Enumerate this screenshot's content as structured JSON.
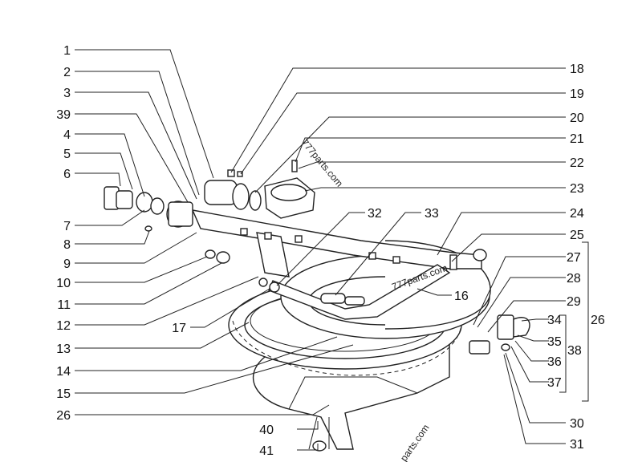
{
  "labels": {
    "l1": "1",
    "l2": "2",
    "l3": "3",
    "l39": "39",
    "l4": "4",
    "l5": "5",
    "l6": "6",
    "l7": "7",
    "l8": "8",
    "l9": "9",
    "l10": "10",
    "l11": "11",
    "l12": "12",
    "l17": "17",
    "l13": "13",
    "l14": "14",
    "l15": "15",
    "l26left": "26",
    "l40": "40",
    "l41": "41",
    "l18": "18",
    "l19": "19",
    "l20": "20",
    "l21": "21",
    "l22": "22",
    "l23": "23",
    "l24": "24",
    "l25": "25",
    "l26right": "26",
    "l27": "27",
    "l28": "28",
    "l29": "29",
    "l34": "34",
    "l35": "35",
    "l36": "36",
    "l38": "38",
    "l37": "37",
    "l30": "30",
    "l31": "31",
    "l32": "32",
    "l33": "33",
    "l16": "16"
  },
  "watermarks": {
    "w1": "777parts.com",
    "w2": "777parts.com",
    "w3": "parts.com"
  }
}
